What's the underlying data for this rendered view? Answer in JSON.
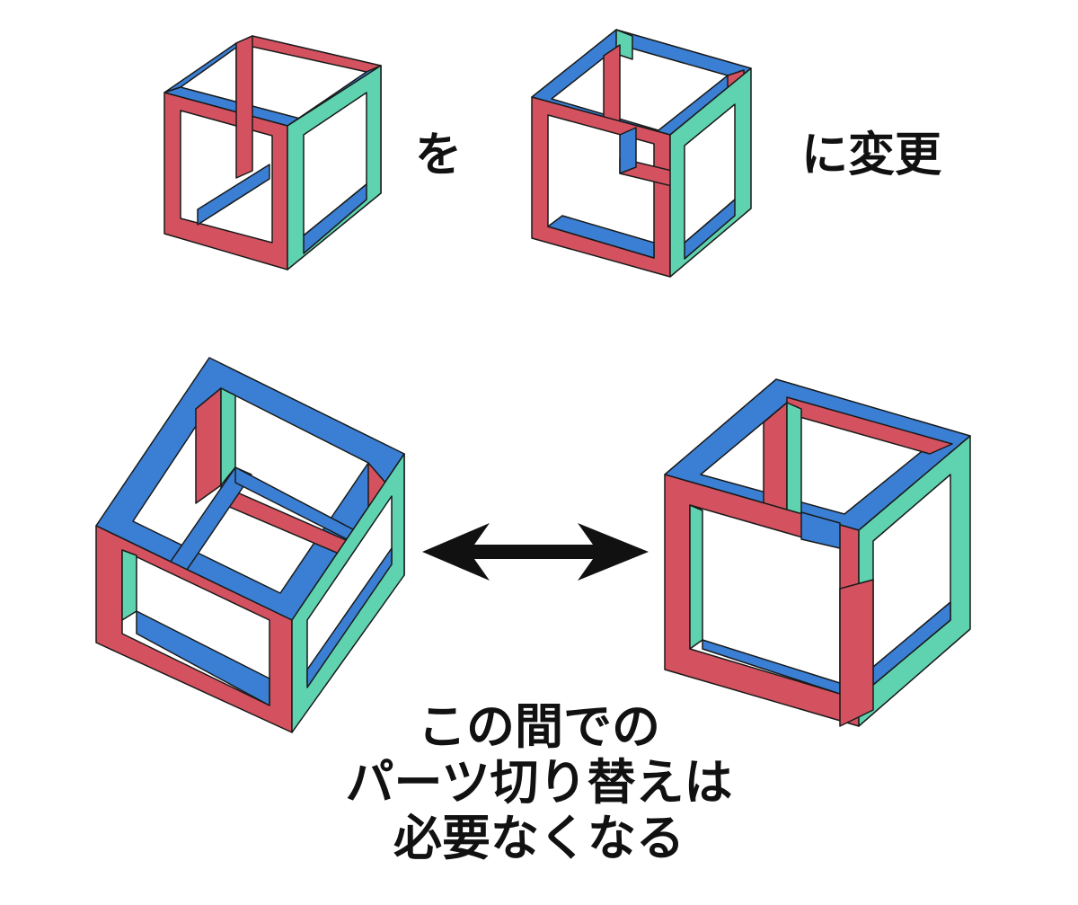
{
  "labels": {
    "from_suffix": "を",
    "to_suffix": "に変更"
  },
  "caption": {
    "line1": "この間での",
    "line2": "パーツ切り替えは",
    "line3": "必要なくなる"
  },
  "colors": {
    "blue": "#3a7fd4",
    "red": "#d4525f",
    "teal": "#5fd3b0",
    "outline": "#1a1a1a",
    "arrow": "#111111",
    "text": "#111111"
  },
  "icons": {
    "arrow": "double-headed-arrow-icon"
  }
}
